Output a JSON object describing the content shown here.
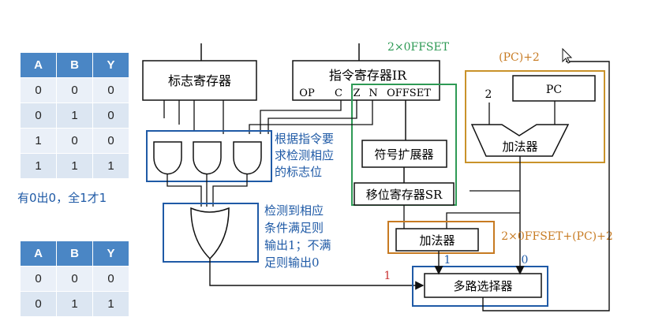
{
  "table1": {
    "headers": [
      "A",
      "B",
      "Y"
    ],
    "rows": [
      [
        "0",
        "0",
        "0"
      ],
      [
        "0",
        "1",
        "0"
      ],
      [
        "1",
        "0",
        "0"
      ],
      [
        "1",
        "1",
        "1"
      ]
    ]
  },
  "table1_note": "有0出0，全1才1",
  "table2": {
    "headers": [
      "A",
      "B",
      "Y"
    ],
    "rows": [
      [
        "0",
        "0",
        "0"
      ],
      [
        "0",
        "1",
        "1"
      ]
    ]
  },
  "diagram": {
    "flag_register": "标志寄存器",
    "ir": "指令寄存器IR",
    "ir_fields": {
      "op": "OP",
      "c": "C",
      "z": "Z",
      "n": "N",
      "offset": "OFFSET"
    },
    "offset_label": "2×0FFSET",
    "pc_plus2_label": "(PC)+2",
    "pc": "PC",
    "const_2": "2",
    "adder_pc": "加法器",
    "sign_extender": "符号扩展器",
    "shift_register": "移位寄存器SR",
    "adder_main": "加法器",
    "adder_main_output": "2×0FFSET+(PC)+2",
    "mux": "多路选择器",
    "mux_in1": "1",
    "mux_in1b": "1",
    "mux_in0": "0",
    "note_and": [
      "根据指令要",
      "求检测相应",
      "的标志位"
    ],
    "note_or": [
      "检测到相应",
      "条件满足则",
      "输出1；不满",
      "足则输出0"
    ]
  },
  "colors": {
    "green": "#2e9a55",
    "blue": "#1f5aa6",
    "orange": "#c77a21",
    "gold": "#c9922a",
    "red": "#c83232",
    "table_header": "#4a86c5",
    "table_cell": "#dce6f2"
  }
}
